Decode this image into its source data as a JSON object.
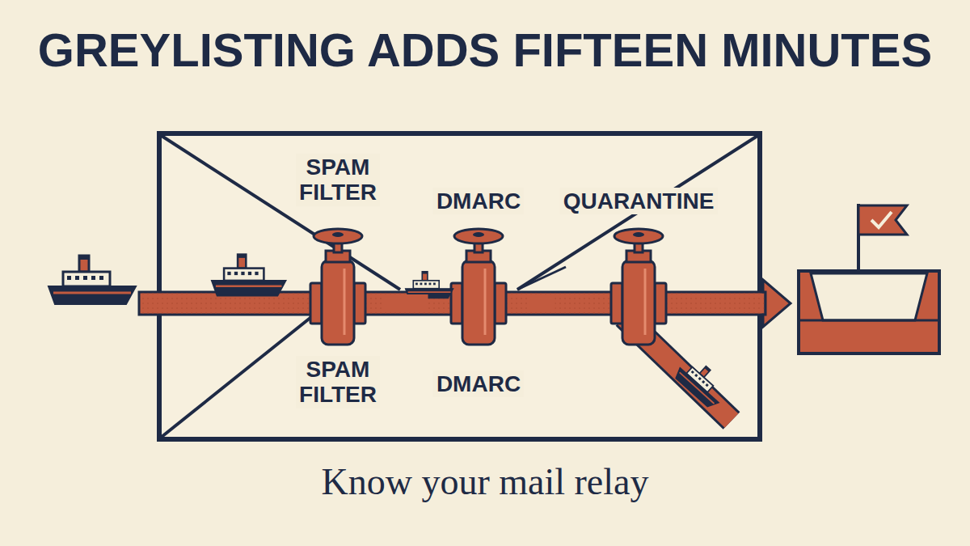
{
  "diagram": {
    "title": "GREYLISTING ADDS FIFTEEN MINUTES",
    "caption": "Know your mail relay",
    "nodes": [
      {
        "text": [
          "SPAM FILTER",
          "SPAM FILTER"
        ]
      },
      {
        "text": [
          "DMARC",
          "DMARC"
        ]
      },
      {
        "text": [
          "QUARANTINE"
        ]
      }
    ],
    "edges": [
      {
        "from": 0,
        "to": 1,
        "arrow": "none"
      },
      {
        "from": 1,
        "to": 2,
        "arrow": "none"
      }
    ]
  }
}
